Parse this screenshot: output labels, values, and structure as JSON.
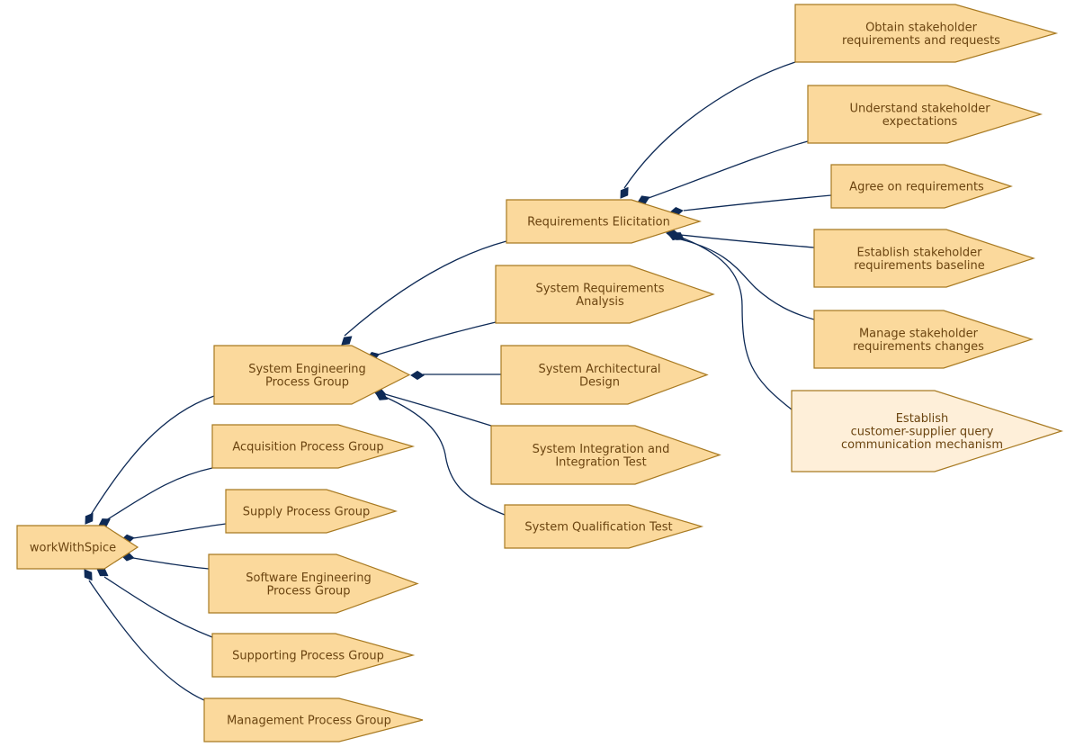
{
  "colors": {
    "node_fill": "#fbd99c",
    "node_fill_light": "#feefd9",
    "node_stroke": "#a87a22",
    "text": "#6b4410",
    "edge": "#0e2a56"
  },
  "nodes": {
    "root": {
      "lines": [
        "workWithSpice"
      ]
    },
    "seg": {
      "lines": [
        "System Engineering",
        "Process Group"
      ]
    },
    "acq": {
      "lines": [
        "Acquisition Process Group"
      ]
    },
    "sup": {
      "lines": [
        "Supply Process Group"
      ]
    },
    "swe": {
      "lines": [
        "Software Engineering",
        "Process Group"
      ]
    },
    "spg": {
      "lines": [
        "Supporting Process Group"
      ]
    },
    "mpg": {
      "lines": [
        "Management Process Group"
      ]
    },
    "reqel": {
      "lines": [
        "Requirements Elicitation"
      ]
    },
    "sra": {
      "lines": [
        "System Requirements",
        "Analysis"
      ]
    },
    "sad": {
      "lines": [
        "System Architectural",
        "Design"
      ]
    },
    "sit": {
      "lines": [
        "System Integration and",
        "Integration Test"
      ]
    },
    "sqt": {
      "lines": [
        "System Qualification Test"
      ]
    },
    "obt": {
      "lines": [
        "Obtain stakeholder",
        "requirements and requests"
      ]
    },
    "und": {
      "lines": [
        "Understand stakeholder",
        "expectations"
      ]
    },
    "agr": {
      "lines": [
        "Agree on requirements"
      ]
    },
    "est": {
      "lines": [
        "Establish stakeholder",
        "requirements baseline"
      ]
    },
    "man": {
      "lines": [
        "Manage stakeholder",
        "requirements changes"
      ]
    },
    "ecs": {
      "lines": [
        "Establish",
        "customer-supplier query",
        "communication mechanism"
      ]
    }
  }
}
